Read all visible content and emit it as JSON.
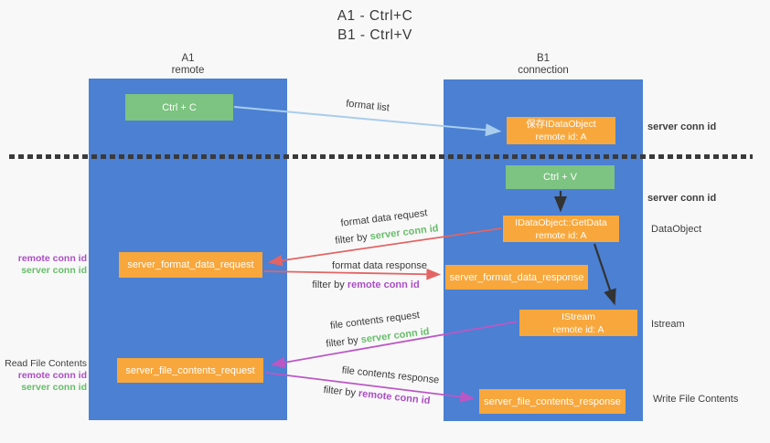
{
  "title": {
    "line1": "A1 - Ctrl+C",
    "line2": "B1 - Ctrl+V"
  },
  "lifelines": {
    "left": {
      "name": "A1",
      "role": "remote"
    },
    "right": {
      "name": "B1",
      "role": "connection"
    }
  },
  "boxes": {
    "ctrl_c": {
      "label": "Ctrl + C"
    },
    "save_idataobject": {
      "line1": "保存IDataObject",
      "line2": "remote id: A"
    },
    "ctrl_v": {
      "label": "Ctrl + V"
    },
    "getdata": {
      "line1": "IDataObject::GetData",
      "line2": "remote id: A"
    },
    "format_request": {
      "label": "server_format_data_request"
    },
    "format_response": {
      "label": "server_format_data_response"
    },
    "istream": {
      "line1": "IStream",
      "line2": "remote id: A"
    },
    "file_request": {
      "label": "server_file_contents_request"
    },
    "file_response": {
      "label": "server_file_contents_response"
    }
  },
  "arrows": {
    "format_list": {
      "label": "format list"
    },
    "format_data_request": {
      "label": "format data request",
      "filter_prefix": "filter by ",
      "filter_value": "server conn id"
    },
    "format_data_response": {
      "label": "format data response",
      "filter_prefix": "filter by ",
      "filter_value": "remote conn id"
    },
    "file_contents_request": {
      "label": "file contents request",
      "filter_prefix": "filter by ",
      "filter_value": "server conn id"
    },
    "file_contents_response": {
      "label": "file contents response",
      "filter_prefix": "filter by ",
      "filter_value": "remote conn id"
    }
  },
  "side_labels": {
    "server_conn_id_top": "server conn id",
    "server_conn_id_mid": "server conn id",
    "dataobject": "DataObject",
    "istream": "Istream",
    "write_file_contents": "Write File Contents",
    "left_format": {
      "remote": "remote conn id",
      "server": "server conn id"
    },
    "left_file": {
      "title": "Read File Contents",
      "remote": "remote conn id",
      "server": "server conn id"
    }
  },
  "colors": {
    "lifeline_blue": "#4b80d3",
    "box_orange": "#f8a73c",
    "box_green": "#7dc381",
    "arrow_light_blue": "#a9cdec",
    "arrow_red": "#e36464",
    "arrow_magenta": "#bb57c4",
    "arrow_black": "#333333",
    "text_green": "#67bd6a",
    "text_purple": "#ab4ec4",
    "text_dark": "#3e3e3e",
    "background": "#f8f8f8"
  }
}
